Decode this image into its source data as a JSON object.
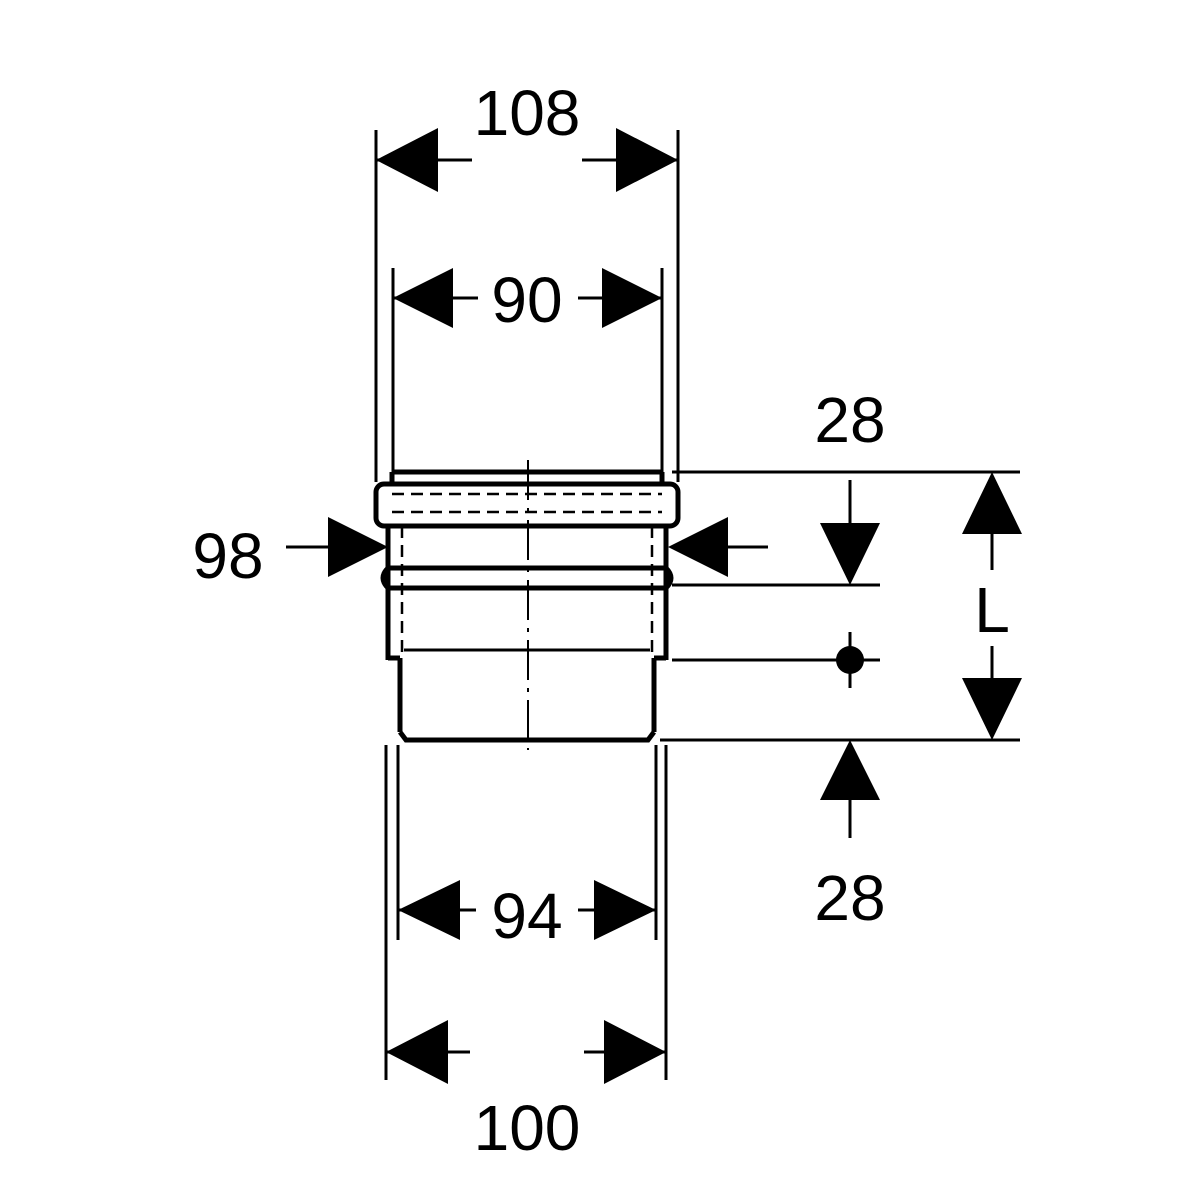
{
  "dimensions": {
    "top_outer_width": "108",
    "top_inner_width": "90",
    "seal_diameter": "98",
    "top_offset": "28",
    "length_label": "L",
    "bottom_offset": "28",
    "spigot_inner": "94",
    "spigot_outer": "100"
  },
  "colors": {
    "line": "#000000",
    "background": "#ffffff"
  }
}
